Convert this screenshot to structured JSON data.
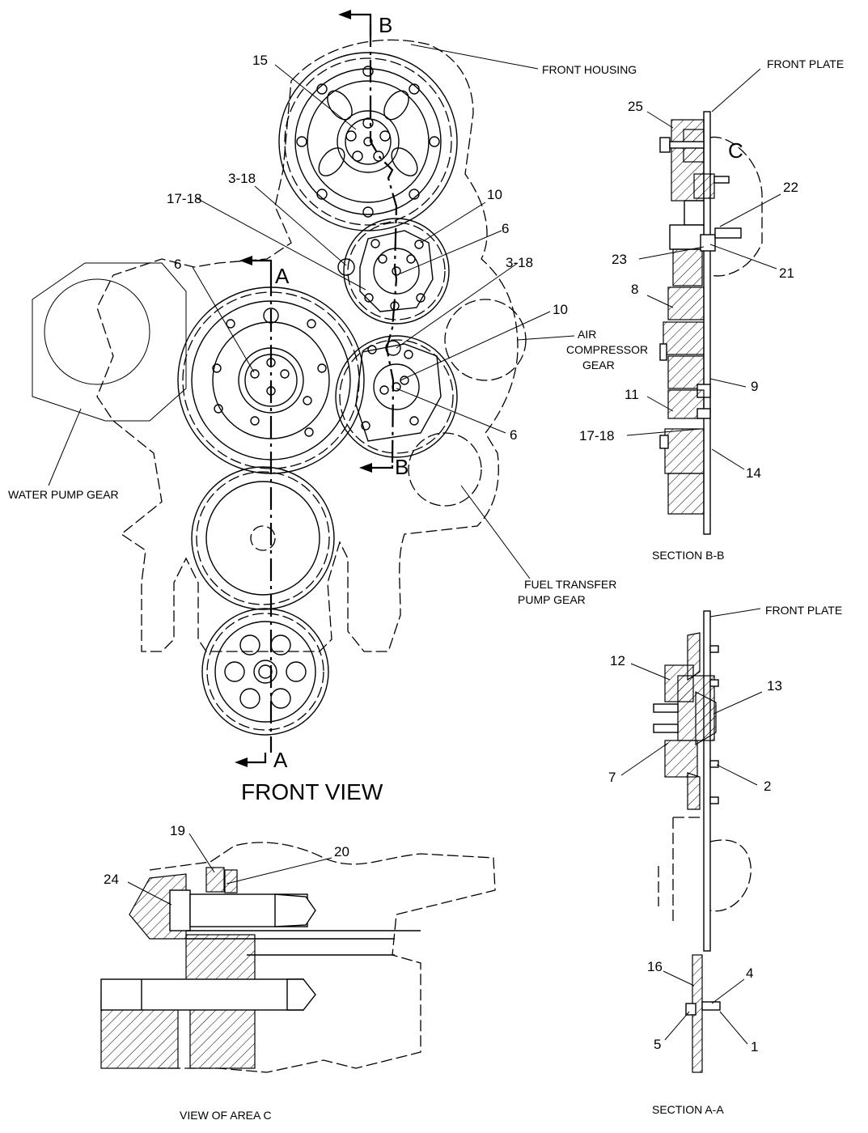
{
  "labels": {
    "front_housing": "FRONT HOUSING",
    "front_plate_top": "FRONT PLATE",
    "front_plate_bottom": "FRONT PLATE",
    "water_pump_gear": "WATER PUMP GEAR",
    "air_compressor_line1": "AIR",
    "air_compressor_line2": "COMPRESSOR",
    "air_compressor_line3": "GEAR",
    "fuel_transfer_line1": "FUEL TRANSFER",
    "fuel_transfer_line2": "PUMP  GEAR",
    "front_view": "FRONT VIEW",
    "section_bb": "SECTION B-B",
    "section_aa": "SECTION A-A",
    "view_area_c": "VIEW OF AREA C",
    "section_letter_b_top": "B",
    "section_letter_b_bottom": "B",
    "section_letter_a_top": "A",
    "section_letter_a_bottom": "A",
    "area_letter_c": "C"
  },
  "callouts": {
    "front_view": [
      "15",
      "3-18",
      "17-18",
      "10",
      "6",
      "6",
      "3-18",
      "10",
      "6"
    ],
    "section_bb": [
      "25",
      "22",
      "23",
      "21",
      "8",
      "9",
      "11",
      "17-18",
      "14"
    ],
    "section_aa": [
      "12",
      "13",
      "7",
      "2",
      "16",
      "4",
      "5",
      "1"
    ],
    "view_c": [
      "19",
      "20",
      "24"
    ]
  }
}
